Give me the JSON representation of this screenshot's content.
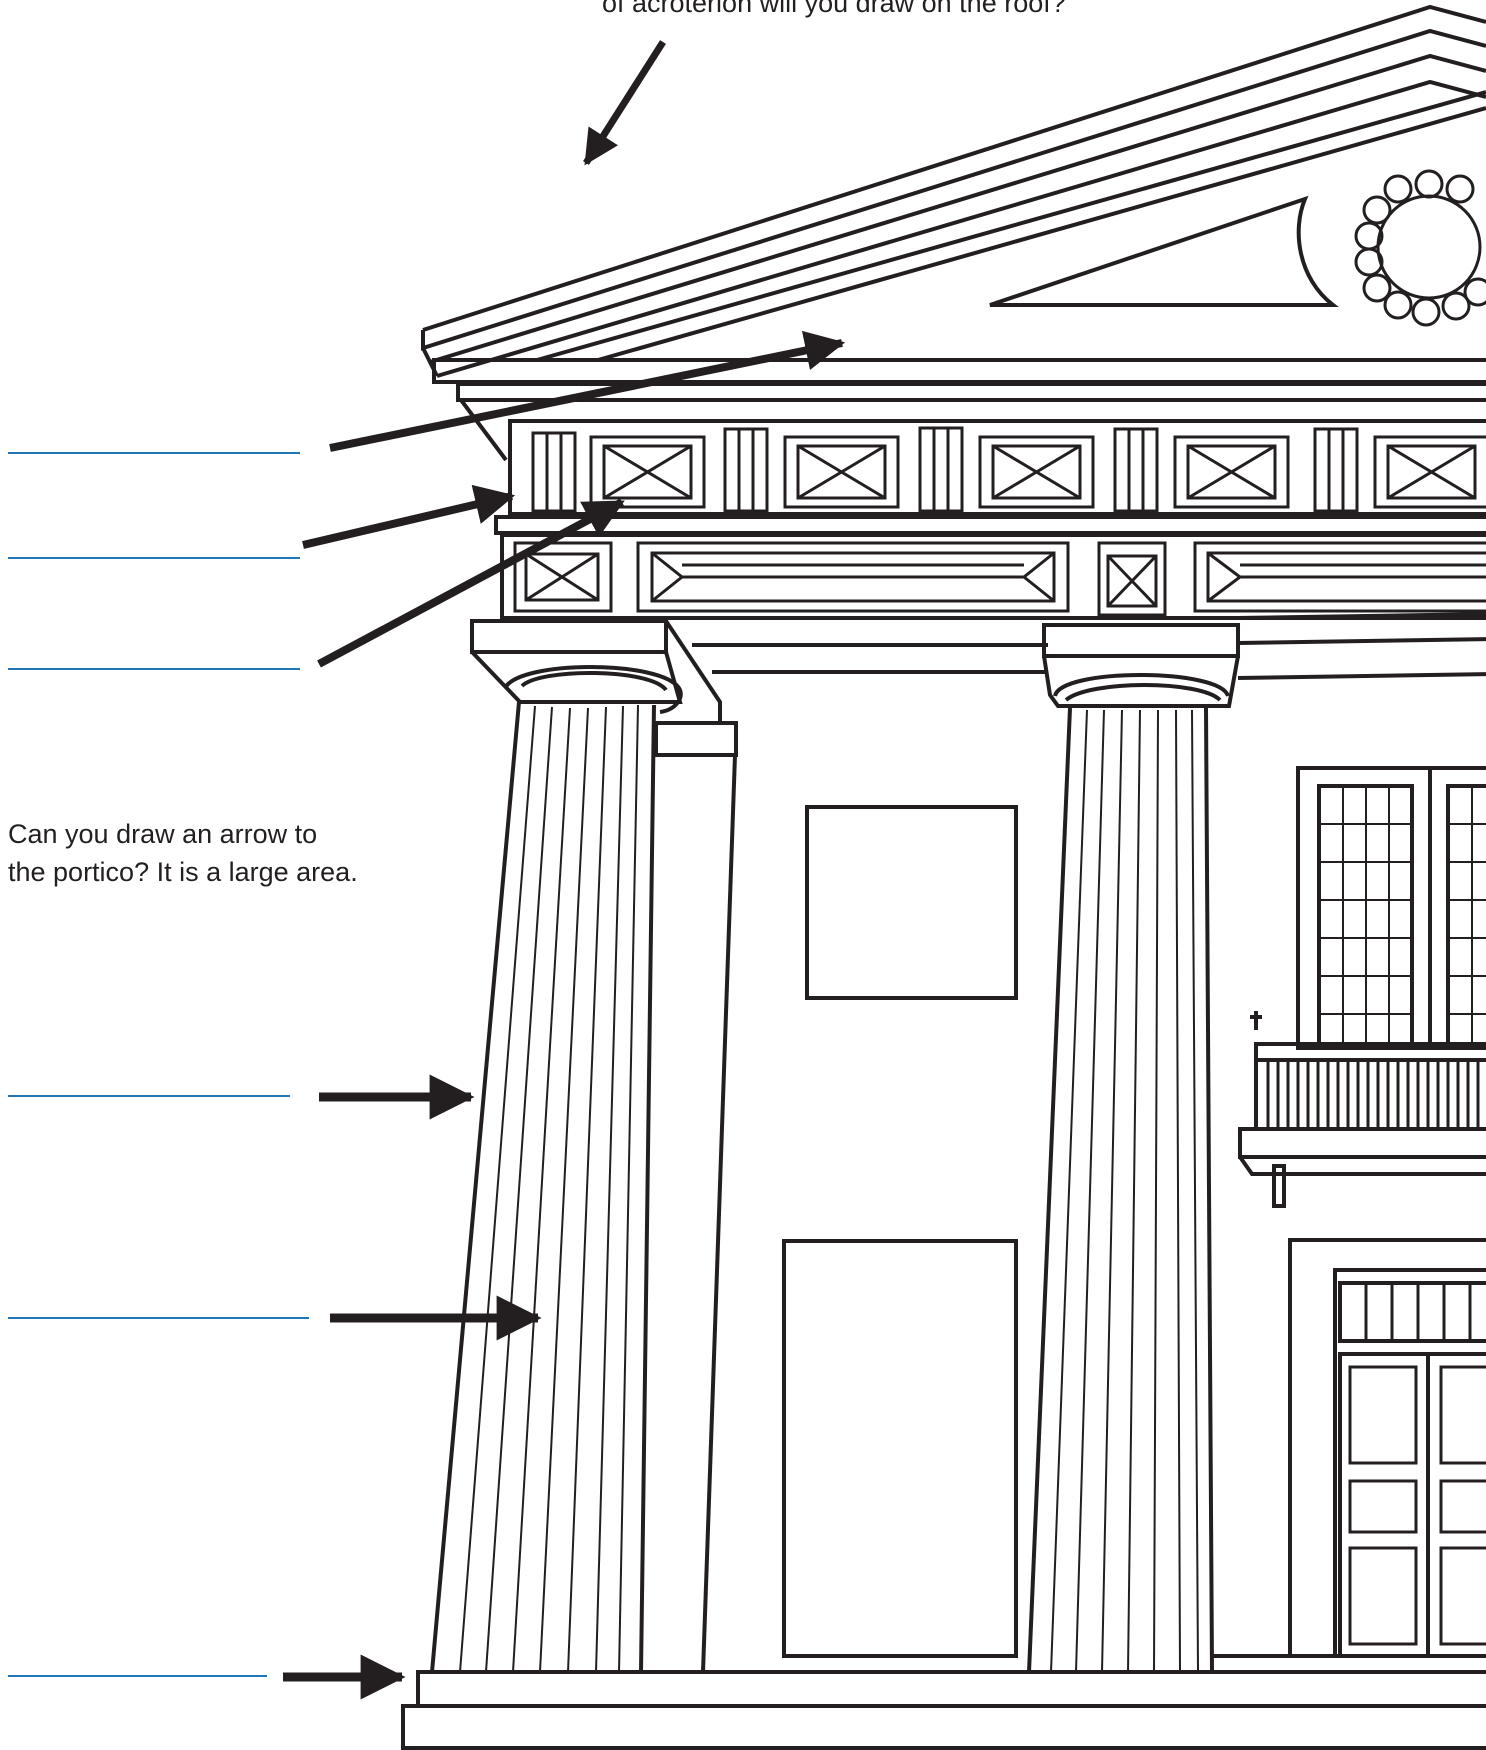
{
  "prompts": {
    "acroterion_text": "of acroterion will you draw on the roof?",
    "portico_line_1": "Can you draw an arrow to",
    "portico_line_2": "the portico? It is a large area."
  },
  "answer_lines": [
    "",
    "",
    "",
    "",
    "",
    ""
  ],
  "colors": {
    "ink": "#231f20",
    "answer_line": "#1f76b8",
    "background": "#ffffff"
  }
}
